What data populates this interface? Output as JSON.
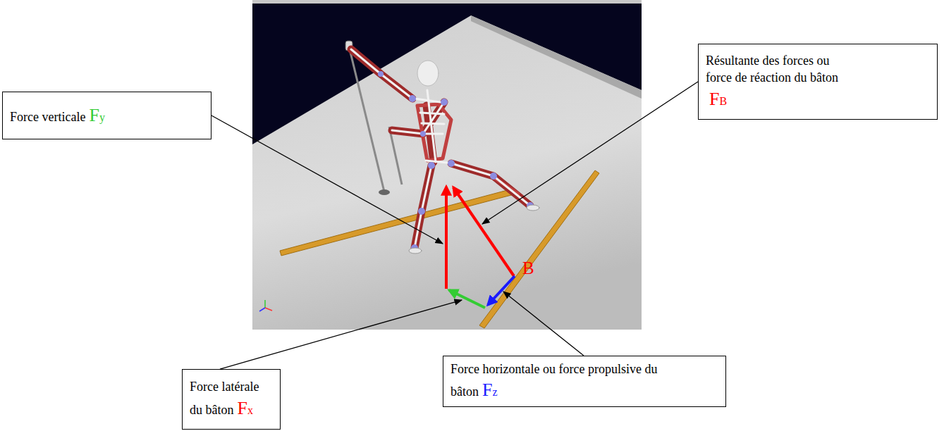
{
  "diagram": {
    "nodes": [
      {
        "text": [
          "Force verticale",
          "Fy"
        ]
      },
      {
        "text": [
          "Résultante des forces ou force de réaction du bâton",
          "FB"
        ]
      },
      {
        "text": [
          "Force latérale du bâton",
          "Fx"
        ]
      },
      {
        "text": [
          "Force horizontale ou force propulsive du bâton",
          "Fz"
        ]
      }
    ],
    "labels": [
      "B"
    ]
  }
}
